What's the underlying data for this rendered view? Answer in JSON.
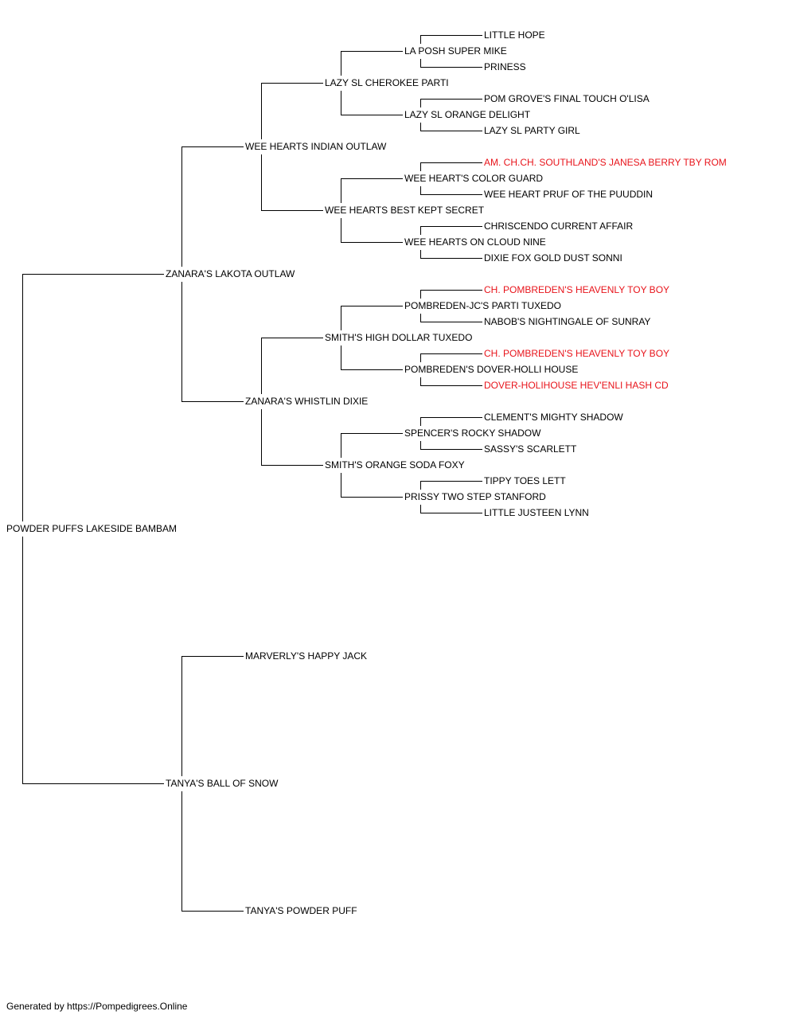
{
  "pedigree": {
    "name": "POWDER PUFFS LAKESIDE BAMBAM",
    "sire": {
      "name": "ZANARA'S LAKOTA OUTLAW",
      "sire": {
        "name": "WEE HEARTS INDIAN OUTLAW",
        "sire": {
          "name": "LAZY SL CHEROKEE PARTI",
          "sire": {
            "name": "LA POSH SUPER MIKE",
            "sire": {
              "name": "LITTLE HOPE"
            },
            "dam": {
              "name": "PRINESS"
            }
          },
          "dam": {
            "name": "LAZY SL ORANGE DELIGHT",
            "sire": {
              "name": "POM GROVE'S FINAL TOUCH O'LISA"
            },
            "dam": {
              "name": "LAZY SL PARTY GIRL"
            }
          }
        },
        "dam": {
          "name": "WEE HEARTS BEST KEPT SECRET",
          "sire": {
            "name": "WEE HEART'S COLOR GUARD",
            "sire": {
              "name": "AM. CH.CH. SOUTHLAND'S JANESA BERRY TBY ROM",
              "champion": true
            },
            "dam": {
              "name": "WEE HEART PRUF OF THE PUUDDIN"
            }
          },
          "dam": {
            "name": "WEE HEARTS ON CLOUD NINE",
            "sire": {
              "name": "CHRISCENDO CURRENT AFFAIR"
            },
            "dam": {
              "name": "DIXIE FOX GOLD DUST SONNI"
            }
          }
        }
      },
      "dam": {
        "name": "ZANARA'S WHISTLIN DIXIE",
        "sire": {
          "name": "SMITH'S HIGH DOLLAR TUXEDO",
          "sire": {
            "name": "POMBREDEN-JC'S PARTI TUXEDO",
            "sire": {
              "name": "CH. POMBREDEN'S HEAVENLY TOY BOY",
              "champion": true
            },
            "dam": {
              "name": "NABOB'S NIGHTINGALE OF SUNRAY"
            }
          },
          "dam": {
            "name": "POMBREDEN'S DOVER-HOLLI HOUSE",
            "sire": {
              "name": "CH. POMBREDEN'S HEAVENLY TOY BOY",
              "champion": true
            },
            "dam": {
              "name": "DOVER-HOLIHOUSE HEV'ENLI HASH CD",
              "champion": true
            }
          }
        },
        "dam": {
          "name": "SMITH'S ORANGE SODA FOXY",
          "sire": {
            "name": "SPENCER'S ROCKY SHADOW",
            "sire": {
              "name": "CLEMENT'S MIGHTY SHADOW"
            },
            "dam": {
              "name": "SASSY'S SCARLETT"
            }
          },
          "dam": {
            "name": "PRISSY TWO STEP STANFORD",
            "sire": {
              "name": "TIPPY TOES LETT"
            },
            "dam": {
              "name": "LITTLE JUSTEEN LYNN"
            }
          }
        }
      }
    },
    "dam": {
      "name": "TANYA'S BALL OF SNOW",
      "sire": {
        "name": "MARVERLY'S HAPPY JACK"
      },
      "dam": {
        "name": "TANYA'S POWDER PUFF"
      }
    }
  },
  "colors": {
    "text": "#000000",
    "champion": "#e8141b",
    "line": "#000000"
  },
  "footer": "Generated by https://Pompedigrees.Online"
}
